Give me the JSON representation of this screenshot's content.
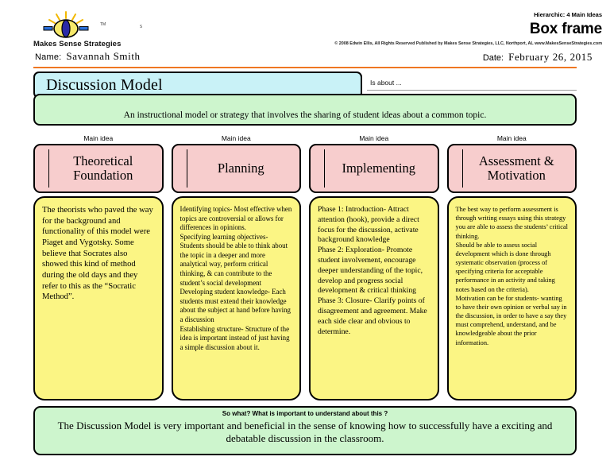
{
  "header": {
    "logo_name": "Makes Sense Strategies",
    "logo_tm": "TM",
    "s_mark": "s",
    "name_label": "Name:",
    "name_value": "Savannah Smith",
    "hierarchy": "Hierarchic: 4 Main Ideas",
    "frame_title": "Box frame",
    "copyright": "© 2008 Edwin Ellis, All Rights Reserved   Published by Makes Sense Strategies, LLC, Northport, AL   www.MakesSenseStrategies.com",
    "date_label": "Date:",
    "date_value": "February 26, 2015"
  },
  "topic": {
    "title": "Discussion Model",
    "is_about_label": "Is about ...",
    "summary": "An instructional model or strategy that involves the sharing of student ideas about a common topic."
  },
  "main_idea_label": "Main idea",
  "columns": [
    {
      "heading": "Theoretical Foundation",
      "detail": "The theorists who paved the way for the background and functionality of this model were Piaget and Vygotsky. Some believe that Socrates also showed this kind of method during the old days and they refer to this as the “Socratic Method”."
    },
    {
      "heading": "Planning",
      "detail": "Identifying topics- Most effective when topics are controversial or allows for differences in opinions.\nSpecifying learning objectives- Students should be able to think about the topic in a deeper and more analytical way, perform critical thinking, & can contribute to the student’s social development\nDeveloping student knowledge- Each students must extend their knowledge about the subject at hand before having a discussion\nEstablishing structure- Structure of the idea is important instead of just having a simple discussion about it."
    },
    {
      "heading": "Implementing",
      "detail": "Phase 1: Introduction- Attract attention (hook), provide a direct focus for the discussion, activate background knowledge\nPhase 2: Exploration- Promote student involvement, encourage deeper understanding of the topic, develop and progress social development & critical thinking\nPhase 3: Closure- Clarify points of disagreement and agreement. Make each side clear and obvious to determine."
    },
    {
      "heading": "Assessment & Motivation",
      "detail": "The best way to perform assessment is through writing essays using this strategy you are able to assess the students’ critical thinking.\nShould be able to assess social development which is done through systematic observation (process of specifying criteria for acceptable performance in an activity and taking notes based on the criteria).\nMotivation can be for students- wanting to have their own opinion or verbal say in the discussion, in order to have a say they must comprehend, understand, and be knowledgeable about the prior information."
    }
  ],
  "so_what": {
    "label": "So what? What is  important to understand about this ?",
    "text": "The Discussion Model is very important and beneficial in the sense of knowing how to successfully have a exciting and debatable discussion in the classroom."
  },
  "colors": {
    "rule": "#ef7722",
    "title_box": "#c9f2f7",
    "summary_box": "#cdf5cd",
    "idea_box": "#f7cdcd",
    "detail_box": "#fbf584"
  }
}
